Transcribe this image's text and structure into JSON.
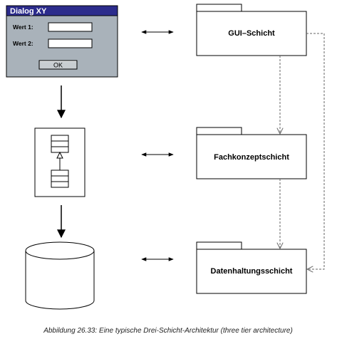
{
  "dialog": {
    "title": "Dialog XY",
    "field1_label": "Wert 1:",
    "field1_value": "",
    "field2_label": "Wert 2:",
    "field2_value": "",
    "ok_label": "OK"
  },
  "layers": [
    {
      "label": "GUI–Schicht"
    },
    {
      "label": "Fachkonzeptschicht"
    },
    {
      "label": "Datenhaltungsschicht"
    }
  ],
  "caption": "Abbildung 26.33: Eine typische Drei-Schicht-Architektur (three tier architecture)",
  "colors": {
    "dialog_titlebar": "#2c2c8c",
    "dialog_body": "#a9b2ba",
    "line": "#000000",
    "dependency": "#666666"
  }
}
